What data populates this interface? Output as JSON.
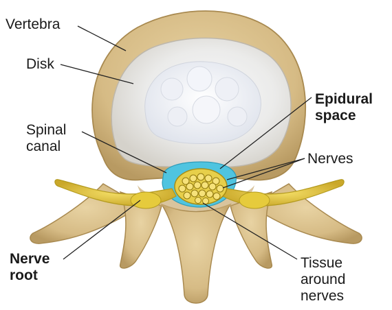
{
  "labels": {
    "vertebra": "Vertebra",
    "disk": "Disk",
    "spinal_canal": [
      "Spinal",
      "canal"
    ],
    "epidural_space": [
      "Epidural",
      "space"
    ],
    "nerves": "Nerves",
    "nerve_root": [
      "Nerve",
      "root"
    ],
    "tissue_around_nerves": [
      "Tissue",
      "around",
      "nerves"
    ]
  },
  "colors": {
    "bone": "#d8bf8a",
    "bone_shadow": "#b89a62",
    "disk_outer": "#e9e7e3",
    "disk_inner": "#f7f8fb",
    "epidural_fat": "#4fc4e0",
    "nerve": "#ecd34a",
    "nerve_dark": "#b39a1e",
    "leader_line": "#222222"
  }
}
